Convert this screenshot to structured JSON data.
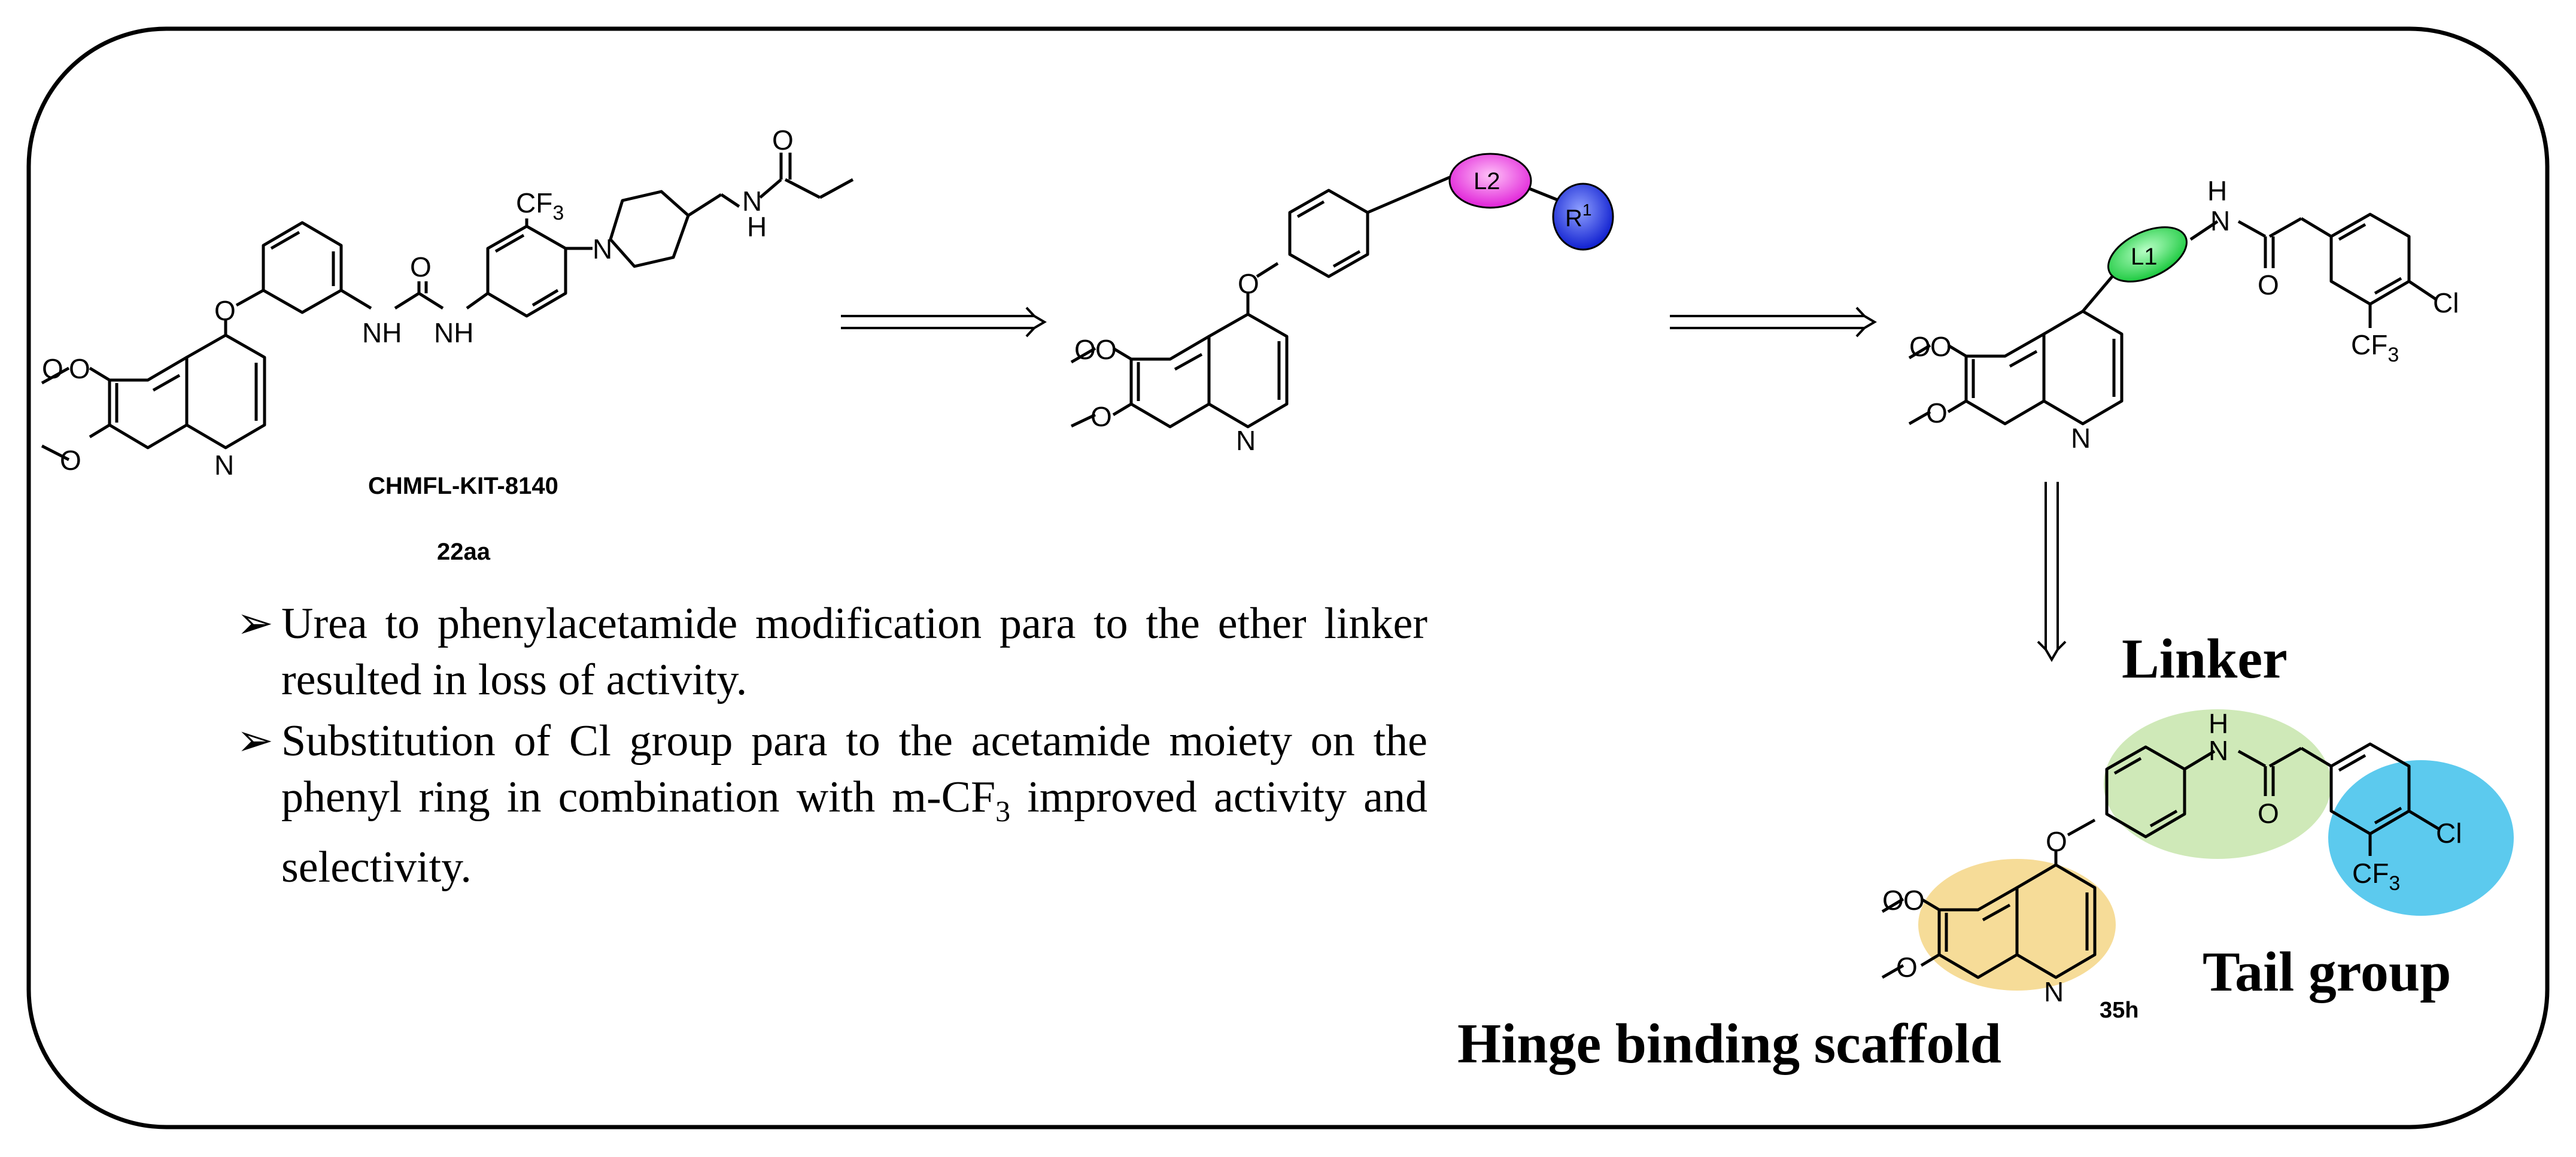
{
  "compound_name": "CHMFL-KIT-8140",
  "compound_id": "22aa",
  "compound_id_final": "35h",
  "atoms": {
    "cf3": "CF3",
    "cf3_base": "CF",
    "cf3_sub": "3",
    "cl": "Cl",
    "n": "N",
    "nh": "NH",
    "h": "H",
    "o": "O",
    "l1": "L1",
    "l2": "L2",
    "r": "R",
    "r_sup": "1"
  },
  "labels": {
    "linker": "Linker",
    "tail_group": "Tail group",
    "hinge": "Hinge binding scaffold"
  },
  "bullets": {
    "marker": "➢",
    "b1": "Urea to phenylacetamide modification para to the ether linker resulted in loss of activity.",
    "b2_pre": "Substitution of Cl group para to the acetamide moiety on the phenyl ring in combination with m-CF",
    "b2_sub": "3",
    "b2_post": " improved activity and selectivity."
  },
  "colors": {
    "l2": "#ee2ee4",
    "r1": "#2233ee",
    "l1": "#22dd44",
    "linker_region": "#cfe9b8",
    "tail_region": "#5ccaee",
    "hinge_region": "#f6dc98"
  }
}
